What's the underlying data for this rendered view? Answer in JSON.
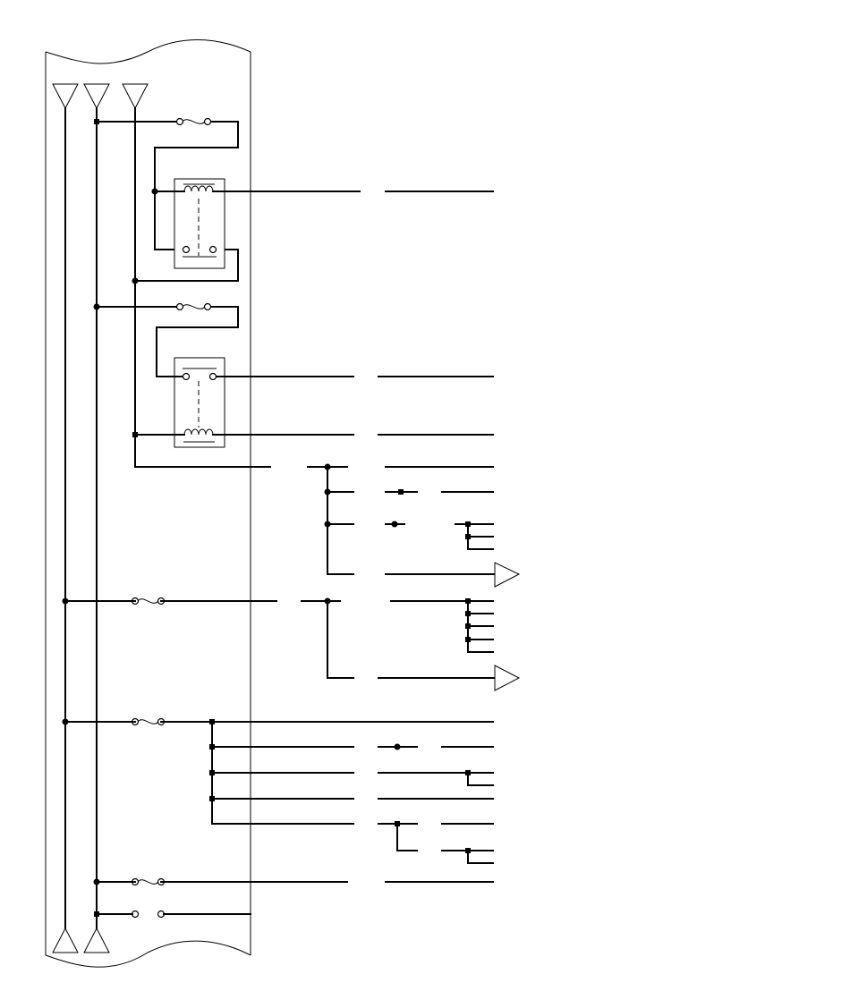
{
  "diagram": {
    "type": "electrical-wiring-schematic",
    "text_labels": [],
    "components": {
      "power_feeds": 3,
      "ground_symbols": 2,
      "fuses": 6,
      "relays": 2,
      "connection_terminal": 1,
      "output_arrows": 2
    }
  },
  "colors": {
    "line": "#000000",
    "background": "#ffffff"
  }
}
